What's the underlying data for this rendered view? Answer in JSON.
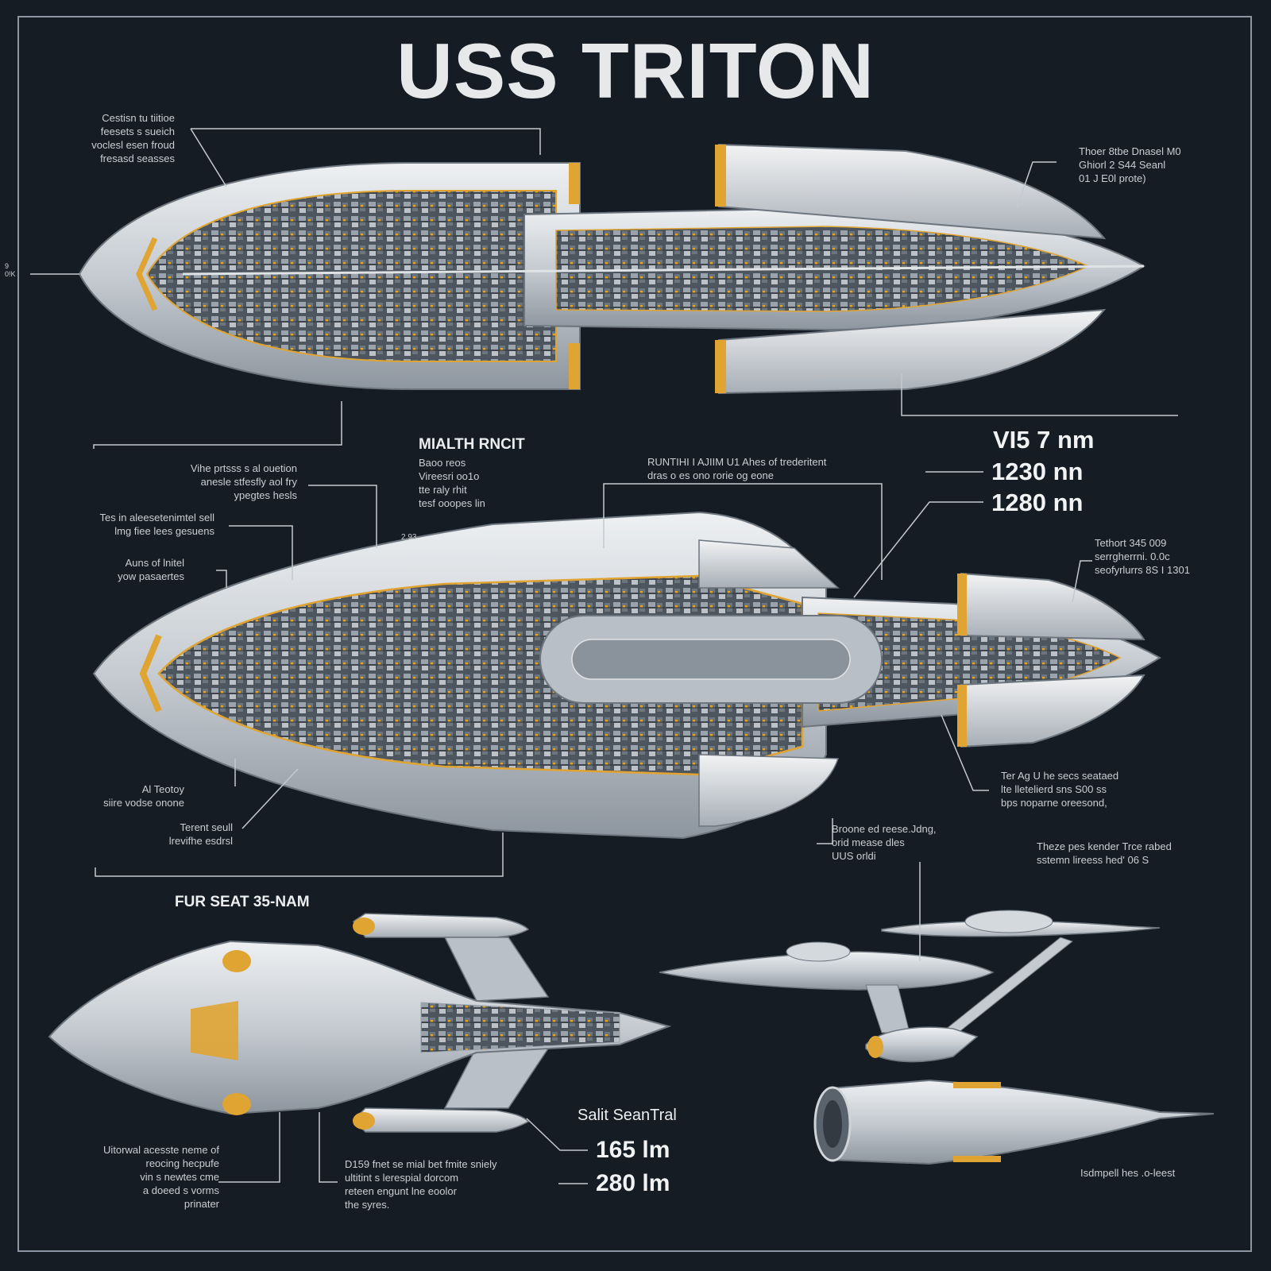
{
  "title": "USS TRITON",
  "side_mark": "9 0!K",
  "top_view": {
    "callout_tl": "Cestisn tu tiitioe\nfeesets s sueich\nvoclesl esen froud\nfresasd seasses",
    "callout_tr": "Thoer 8tbe Dnasel M0\nGhiorl 2 S44 Seanl\n01 J E0l prote)"
  },
  "mid_section": {
    "heading": "MIALTH RNCIT",
    "sub_text": "Baoo reos\nVireesri oo1o\ntte raly rhit\ntesf ooopes lin",
    "label_top": "RUNTIHI I AJIIM U1 Ahes of trederitent\ndras o  es ono rorie og eone",
    "scale_mark": "2.93",
    "left_callouts": [
      "Vihe prtsss s al ouetion\nanesle stfesfly aol fry\nypegtes hesls",
      "Tes in aleesetenimtel sell\nlmg fiee lees gesuens",
      "Auns of lnitel\nyow pasaertes",
      "Al Teotoy\nsiire vodse onone",
      "Terent seull\nlrevifhe esdrsl"
    ],
    "right_callout_top": "Tethort 345 009\nserrgherrni. 0.0c\nseofyrlurrs 8S  I 1301",
    "right_callout_bottom": "Ter Ag U he secs seataed\nlte lletelierd sns S00 ss\nbps noparne oreesond,",
    "bottom_callout": "Broone ed reese.Jdng,\norid mease dles\nUUS orldi"
  },
  "specs_top": [
    "VI5 7 nm",
    "1230 nn",
    "1280 nn"
  ],
  "bottom_section": {
    "heading": "FUR SEAT 35-NAM",
    "spec_label": "Salit SeanTral",
    "specs": [
      "165 lm",
      "280 lm"
    ],
    "callout_left": "Uitorwal acesste neme of\nreocing hecpufe\nvin s newtes cme\na doeed s vorms\nprinater",
    "callout_mid": "D159 fnet se mial bet fmite sniely\nultitint s lerespial dorcom\nreteen engunt lne eoolor\nthe syres.",
    "callout_right_top": "Theze pes kender Trce rabed\nsstemn lireess hed' 06 S",
    "callout_right_bottom": "Isdmpell hes .o-leest"
  },
  "colors": {
    "background": "#161c23",
    "hull": "#cfd4d9",
    "hull_shadow": "#8e969f",
    "interior": "#5a626b",
    "accent": "#e0a432",
    "frame": "#8b96a2"
  }
}
